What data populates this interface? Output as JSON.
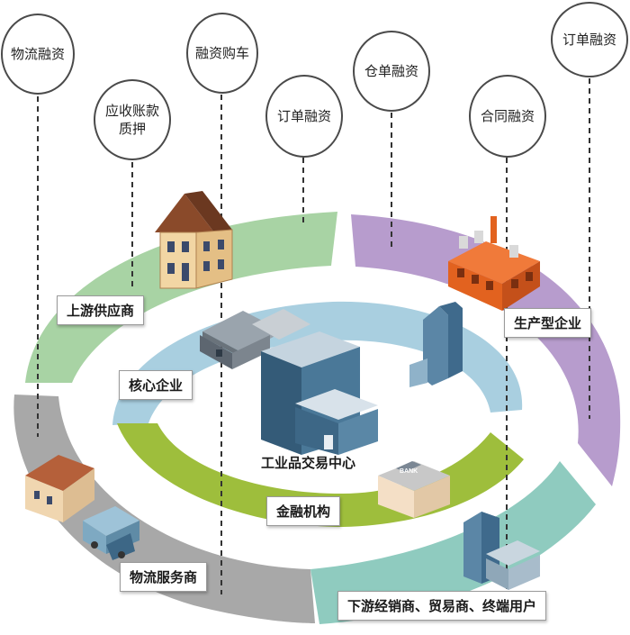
{
  "bubbles": {
    "logistics_finance": "物流融资",
    "receivables_pledge_line1": "应收账款",
    "receivables_pledge_line2": "质押",
    "finance_car_purchase": "融资购车",
    "order_finance_inner": "订单融资",
    "warehouse_receipt_finance": "仓单融资",
    "contract_finance": "合同融资",
    "order_finance_outer": "订单融资"
  },
  "ring_labels": {
    "upstream_supplier": "上游供应商",
    "manufacturing_enterprise": "生产型企业",
    "core_enterprise": "核心企业",
    "financial_institution": "金融机构",
    "logistics_service_provider": "物流服务商",
    "downstream_customers": "下游经销商、贸易商、终端用户"
  },
  "center": {
    "trade_center": "工业品交易中心",
    "bank_sign": "BANK"
  },
  "colors": {
    "ring_green": "#a8d3a4",
    "ring_purple": "#b79ccd",
    "ring_blue": "#a9cfe0",
    "ring_olive": "#9ebe3c",
    "ring_gray": "#a8a8a8",
    "ring_teal": "#8fcbbf",
    "dash": "#333333"
  }
}
